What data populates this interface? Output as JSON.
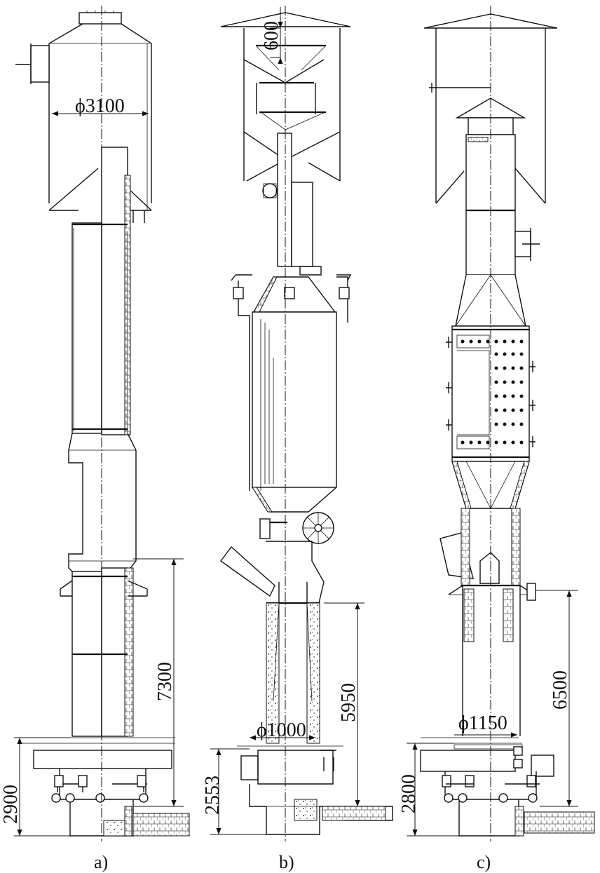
{
  "views": [
    {
      "caption": "a)",
      "dims": {
        "diameter": "ϕ3100",
        "height_upper": "7300",
        "height_base": "2900"
      }
    },
    {
      "caption": "b)",
      "dims": {
        "cap": "600",
        "diameter": "ϕ1000",
        "height_upper": "5950",
        "height_base": "2553"
      }
    },
    {
      "caption": "c)",
      "dims": {
        "diameter": "ϕ1150",
        "height_upper": "6500",
        "height_base": "2800"
      }
    }
  ]
}
